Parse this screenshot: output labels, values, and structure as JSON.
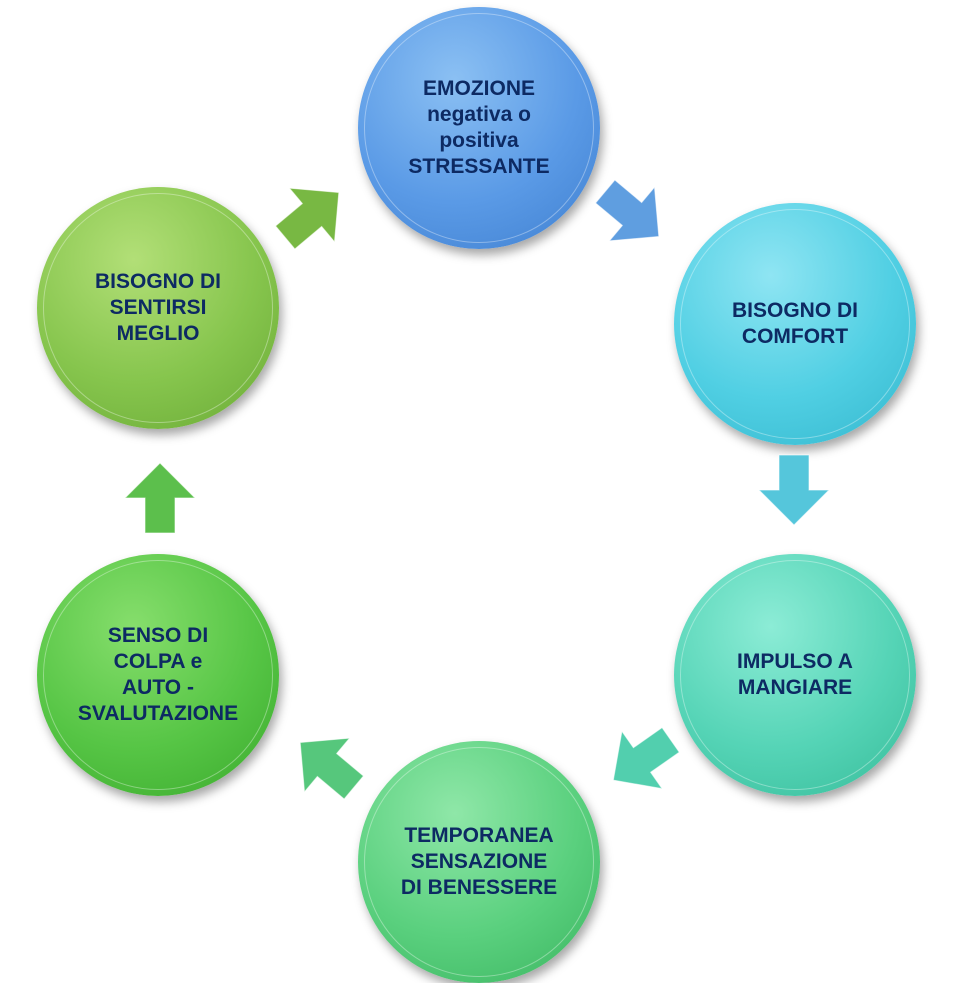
{
  "nodes": [
    {
      "id": "emozione",
      "label": "EMOZIONE\nnegativa o\npositiva\nSTRESSANTE",
      "color": "#5a9ae6"
    },
    {
      "id": "bisogno-comfort",
      "label": "BISOGNO DI\nCOMFORT",
      "color": "#50cfe3"
    },
    {
      "id": "impulso",
      "label": "IMPULSO A\nMANGIARE",
      "color": "#55d4b6"
    },
    {
      "id": "temporanea",
      "label": "TEMPORANEA\nSENSAZIONE\nDI BENESSERE",
      "color": "#5ad07e"
    },
    {
      "id": "senso-colpa",
      "label": "SENSO DI\nCOLPA e\nAUTO -\nSVALUTAZIONE",
      "color": "#56c545"
    },
    {
      "id": "bisogno-meglio",
      "label": "BISOGNO DI\nSENTIRSI\nMEGLIO",
      "color": "#86c54d"
    }
  ],
  "arrows": [
    {
      "from": "emozione",
      "to": "bisogno-comfort",
      "color": "#5f9ee0"
    },
    {
      "from": "bisogno-comfort",
      "to": "impulso",
      "color": "#55c6db"
    },
    {
      "from": "impulso",
      "to": "temporanea",
      "color": "#52cfae"
    },
    {
      "from": "temporanea",
      "to": "senso-colpa",
      "color": "#56c77c"
    },
    {
      "from": "senso-colpa",
      "to": "bisogno-meglio",
      "color": "#5cbf4c"
    },
    {
      "from": "bisogno-meglio",
      "to": "emozione",
      "color": "#78b843"
    }
  ]
}
